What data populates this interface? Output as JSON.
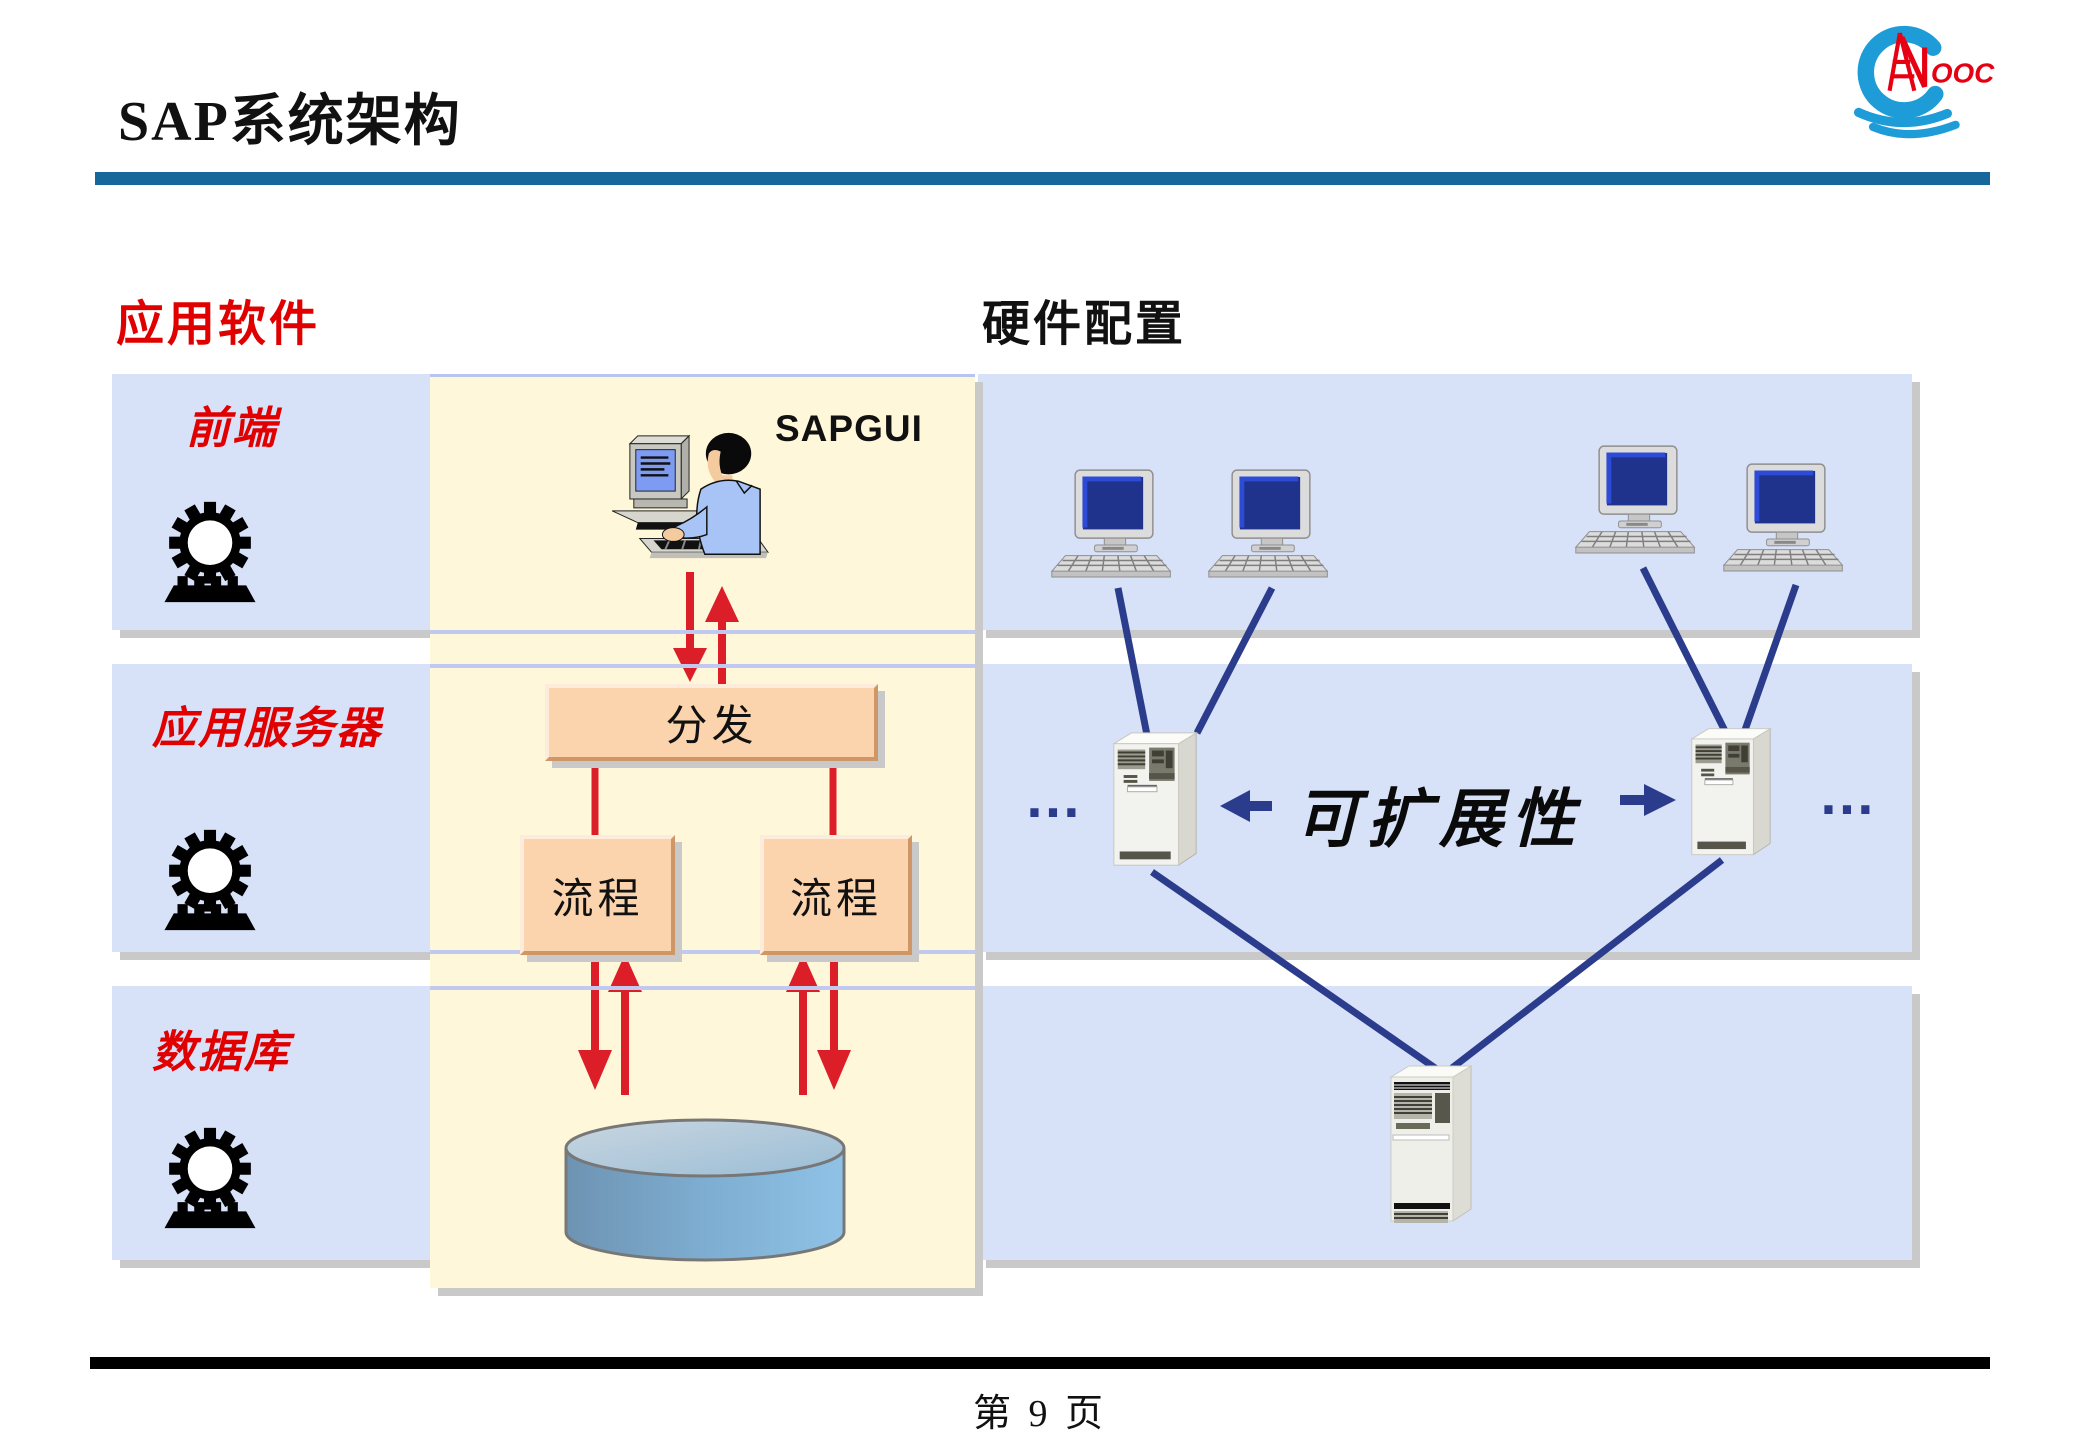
{
  "slide": {
    "title": "SAP系统架构",
    "footer_page": "第 9 页"
  },
  "logo": {
    "name": "CNOOC",
    "text": "OOC"
  },
  "headings": {
    "software": "应用软件",
    "hardware": "硬件配置"
  },
  "layers": [
    {
      "label": "前端"
    },
    {
      "label": "应用服务器"
    },
    {
      "label": "数据库"
    }
  ],
  "software_column": {
    "sapgui": "SAPGUI",
    "dispatch": "分发",
    "processes": [
      "流程",
      "流程"
    ]
  },
  "hardware_column": {
    "scalability": "可扩展性",
    "ellipsis_left": "…",
    "ellipsis_right": "…"
  },
  "icons": [
    "cnooc-logo",
    "gear-icon",
    "person-terminal-icon",
    "desktop-computer-icon",
    "app-server-icon",
    "database-server-icon",
    "database-cylinder-icon",
    "left-arrow-icon",
    "right-arrow-icon"
  ],
  "colors": {
    "header_rule": "#16689C",
    "panel_blue": "#D7E1F8",
    "panel_shadow": "#C9C9C9",
    "software_column_bg": "#FFF7DA",
    "box_peach": "#FBD4AE",
    "red_accent": "#DC1E28",
    "red_heading": "#E00000",
    "navy_line": "#2B3C8C",
    "logo_blue": "#1E9CD7",
    "logo_red": "#E60012",
    "cylinder_blue": "#7FB0D4"
  }
}
